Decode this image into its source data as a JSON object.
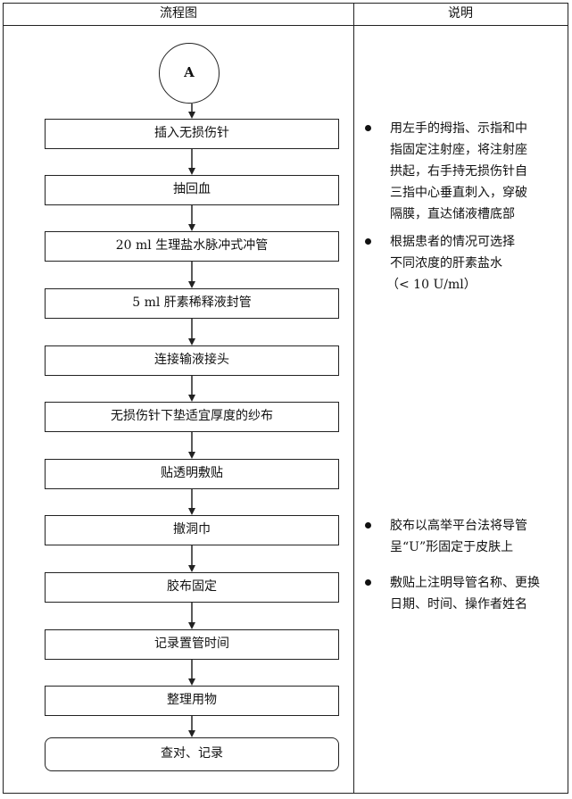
{
  "header": {
    "flow_title": "流程图",
    "notes_title": "说明"
  },
  "start": {
    "label": "A"
  },
  "steps": [
    "插入无损伤针",
    "抽回血",
    "20 ml 生理盐水脉冲式冲管",
    "5 ml 肝素稀释液封管",
    "连接输液接头",
    "无损伤针下垫适宜厚度的纱布",
    "贴透明敷贴",
    "撤洞巾",
    "胶布固定",
    "记录置管时间",
    "整理用物",
    "查对、记录"
  ],
  "notes": [
    {
      "lines": [
        "用左手的拇指、示指和中",
        "指固定注射座，将注射座",
        "拱起，右手持无损伤针自",
        "三指中心垂直刺入，穿破",
        "隔膜，直达储液槽底部"
      ]
    },
    {
      "lines": [
        "根据患者的情况可选择",
        "不同浓度的肝素盐水",
        "（< 10 U/ml）"
      ]
    },
    {
      "lines": [
        "胶布以高举平台法将导管",
        "呈“U”形固定于皮肤上"
      ]
    },
    {
      "lines": [
        "敷贴上注明导管名称、更换",
        "日期、时间、操作者姓名"
      ]
    }
  ]
}
